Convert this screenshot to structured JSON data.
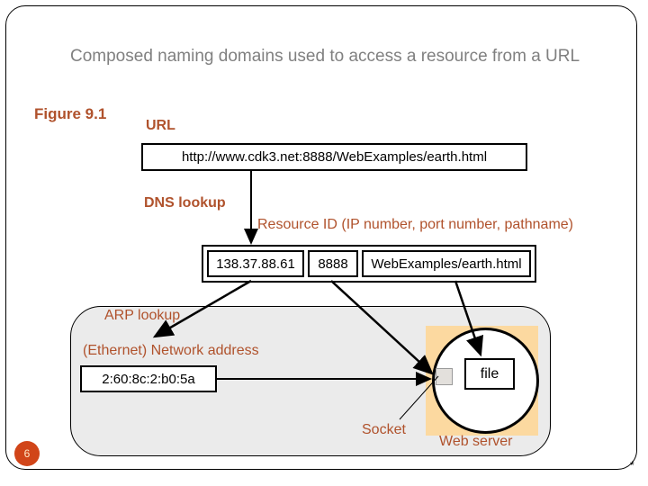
{
  "slide": {
    "title": "Composed naming domains used to access a resource from a URL",
    "figure_label": "Figure 9.1",
    "page_number": "6",
    "corner_mark": "*"
  },
  "labels": {
    "url": "URL",
    "dns_lookup": "DNS lookup",
    "resource_id": "Resource ID (IP number, port number, pathname)",
    "arp_lookup": "ARP lookup",
    "network_address": "(Ethernet) Network address",
    "socket": "Socket",
    "web_server": "Web server",
    "file": "file"
  },
  "values": {
    "url_string": "http://www.cdk3.net:8888/WebExamples/earth.html",
    "ip_number": "138.37.88.61",
    "port_number": "8888",
    "pathname": "WebExamples/earth.html",
    "ethernet_address": "2:60:8c:2:b0:5a"
  },
  "colors": {
    "accent": "#b0522c",
    "title_gray": "#808080",
    "badge": "#d14519",
    "server_orange": "#fcd9a0",
    "network_gray": "#ebebeb"
  }
}
